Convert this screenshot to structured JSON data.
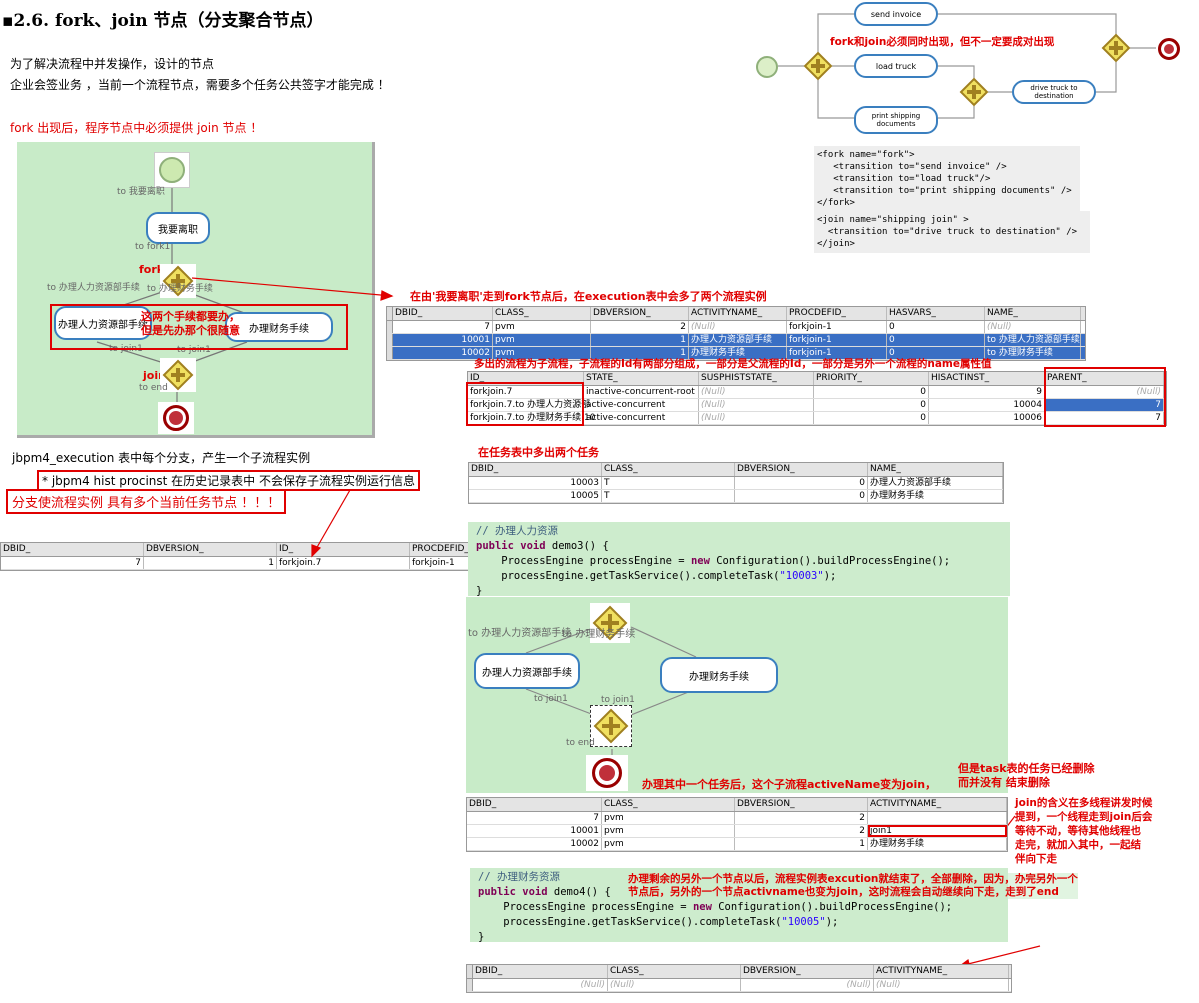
{
  "heading": {
    "bullet": "▪",
    "title": "2.6.  fork、join 节点（分支聚合节点）"
  },
  "para1": "为了解决流程中并发操作，设计的节点",
  "para2": "企业会签业务 ，当前一个流程节点，需要多个任务公共签字才能完成 ！",
  "red_note1": "fork 出现后，程序节点中必须提供  join 节点 ！",
  "diagram1": {
    "to_leave": "to 我要离职",
    "leave": "我要离职",
    "to_fork": "to fork1",
    "fork": "fork",
    "to_hr": "to 办理人力资源部手续",
    "to_fin": "to 办理财务手续",
    "hr": "办理人力资源部手续",
    "fin": "办理财务手续",
    "to_join1": "to join1",
    "to_join2": "to join1",
    "join": "join",
    "to_end": "to end",
    "note": "这两个手续都要办，\n但是先办那个很随意"
  },
  "para3": "jbpm4_execution  表中每个分支，产生一个子流程实例",
  "para4": "* jbpm4  hist  procinst  在历史记录表中  不会保存子流程实例运行信息",
  "para5": "分支使流程实例  具有多个当前任务节点  ！！！",
  "grid_procinst": {
    "headers": [
      "DBID_",
      "DBVERSION_",
      "ID_",
      "PROCDEFID_"
    ],
    "rows": [
      [
        "7",
        "1",
        "forkjoin.7",
        "forkjoin-1"
      ]
    ]
  },
  "flow_right": {
    "send": "send invoice",
    "load": "load truck",
    "print": "print shipping documents",
    "drive": "drive truck to destination",
    "note": "fork和join必须同时出现，但不一定要成对出现"
  },
  "xml_fork": "<fork name=\"fork\">\n   <transition to=\"send invoice\" />\n   <transition to=\"load truck\"/>\n   <transition to=\"print shipping documents\" />\n</fork>",
  "xml_join": "<join name=\"shipping join\" >\n  <transition to=\"drive truck to destination\" />\n</join>",
  "note_exec": "在由'我要离职'走到fork节点后，在execution表中会多了两个流程实例",
  "grid_exec": {
    "headers": [
      "DBID_",
      "CLASS_",
      "DBVERSION_",
      "ACTIVITYNAME_",
      "PROCDEFID_",
      "HASVARS_",
      "NAME_"
    ],
    "rows": [
      [
        "7",
        "pvm",
        "2",
        "(Null)",
        "forkjoin-1",
        "0",
        "(Null)"
      ],
      [
        "10001",
        "pvm",
        "1",
        "办理人力资源部手续",
        "forkjoin-1",
        "0",
        "to 办理人力资源部手续"
      ],
      [
        "10002",
        "pvm",
        "1",
        "办理财务手续",
        "forkjoin-1",
        "0",
        "to 办理财务手续"
      ]
    ]
  },
  "note_sub": "多出的流程为子流程，子流程的Id有两部分组成，一部分是父流程的Id，一部分是另外一个流程的name属性值",
  "grid_sub": {
    "headers": [
      "ID_",
      "STATE_",
      "SUSPHISTSTATE_",
      "PRIORITY_",
      "HISACTINST_",
      "PARENT_"
    ],
    "rows": [
      [
        "forkjoin.7",
        "inactive-concurrent-root",
        "(Null)",
        "0",
        "9",
        "(Null)"
      ],
      [
        "forkjoin.7.to 办理人力资源部",
        "active-concurrent",
        "(Null)",
        "0",
        "10004",
        "7"
      ],
      [
        "forkjoin.7.to 办理财务手续.10",
        "active-concurrent",
        "(Null)",
        "0",
        "10006",
        "7"
      ]
    ]
  },
  "note_task": "在任务表中多出两个任务",
  "grid_task": {
    "headers": [
      "DBID_",
      "CLASS_",
      "DBVERSION_",
      "NAME_"
    ],
    "rows": [
      [
        "10003",
        "T",
        "0",
        "办理人力资源部手续"
      ],
      [
        "10005",
        "T",
        "0",
        "办理财务手续"
      ]
    ]
  },
  "code1": {
    "comment": "// 办理人力资源",
    "sig_kw": "public void",
    "sig": " demo3() {",
    "l1a": "    ProcessEngine processEngine = ",
    "l1kw": "new",
    "l1b": " Configuration().buildProcessEngine();",
    "l2a": "    processEngine.getTaskService().completeTask(",
    "l2s": "\"10003\"",
    "l2b": ");",
    "close": "}"
  },
  "diagram2": {
    "to_hr": "to 办理人力资源部手续",
    "to_fin": "to 办理财务手续",
    "hr": "办理人力资源部手续",
    "fin": "办理财务手续",
    "to_join1": "to join1",
    "to_join2": "to join1",
    "to_end": "to end"
  },
  "note_act": "办理其中一个任务后，这个子流程activeName变为join，",
  "note_task_deleted": "但是task表的任务已经删除\n而并没有 结束删除",
  "note_join": "join的含义在多线程讲发时候\n提到，一个线程走到join后会\n等待不动，等待其他线程也\n走完，就加入其中，一起结\n伴向下走",
  "grid_after": {
    "headers": [
      "DBID_",
      "CLASS_",
      "DBVERSION_",
      "ACTIVITYNAME_"
    ],
    "rows": [
      [
        "7",
        "pvm",
        "2",
        ""
      ],
      [
        "10001",
        "pvm",
        "2",
        "join1"
      ],
      [
        "10002",
        "pvm",
        "1",
        "办理财务手续"
      ]
    ]
  },
  "code2": {
    "comment": "// 办理财务资源",
    "sig_kw": "public void",
    "sig": " demo4() {",
    "l1a": "    ProcessEngine processEngine = ",
    "l1kw": "new",
    "l1b": " Configuration().buildProcessEngine();",
    "l2a": "    processEngine.getTaskService().completeTask(",
    "l2s": "\"10005\"",
    "l2b": ");",
    "close": "}"
  },
  "note_end": "办理剩余的另外一个节点以后，流程实例表excution就结束了，全部删除，因为，办完另外一个\n节点后，另外的一个节点activname也变为join，这时流程会自动继续向下走，走到了end",
  "grid_end": {
    "headers": [
      "DBID_",
      "CLASS_",
      "DBVERSION_",
      "ACTIVITYNAME_"
    ],
    "rows": [
      [
        "(Null)",
        "(Null)",
        "(Null)",
        "(Null)"
      ]
    ]
  }
}
